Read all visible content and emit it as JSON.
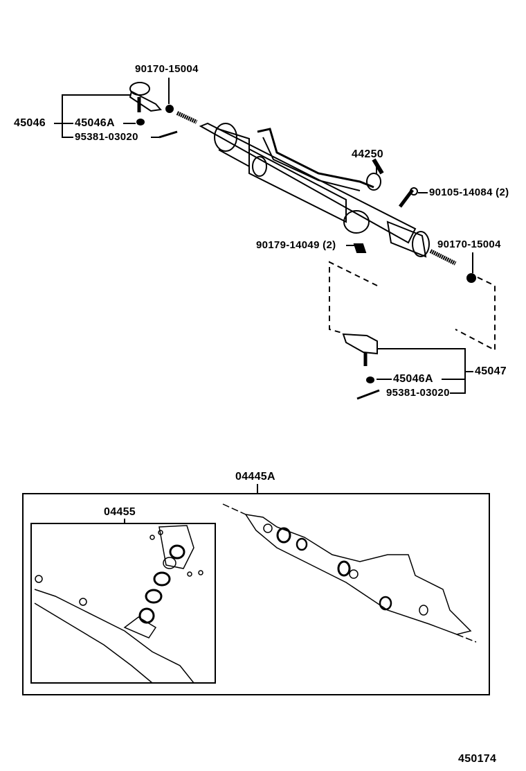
{
  "upper_assembly": {
    "labels": {
      "nut_left": "90170-15004",
      "tie_rod_end_left": "45046",
      "nut_left_a": "45046A",
      "cotter_pin_left": "95381-03020",
      "rack_assembly": "44250",
      "bolt": "90105-14084 (2)",
      "bolt_nut": "90179-14049 (2)",
      "nut_right": "90170-15004",
      "tie_rod_end_right": "45047",
      "nut_right_a": "45046A",
      "cotter_pin_right": "95381-03020"
    }
  },
  "lower_kits": {
    "gasket_kit": "04445A",
    "seal_kit": "04455"
  },
  "figure_number": "450174",
  "colors": {
    "ink": "#000000",
    "background": "#ffffff"
  }
}
